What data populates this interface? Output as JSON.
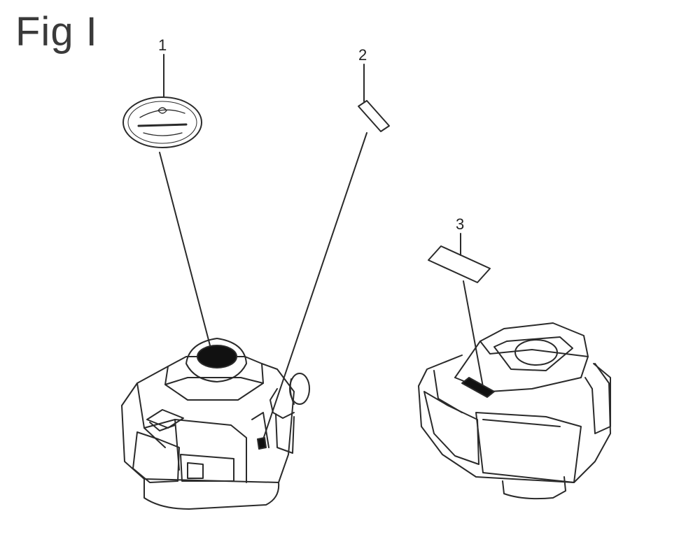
{
  "figure": {
    "title": "Fig I"
  },
  "callouts": [
    {
      "number": "1",
      "part": "decal-emblem"
    },
    {
      "number": "2",
      "part": "label-small"
    },
    {
      "number": "3",
      "part": "label-rectangular"
    }
  ],
  "colors": {
    "line": "#2a2a2a",
    "fill": "#ffffff",
    "dark": "#111111"
  }
}
